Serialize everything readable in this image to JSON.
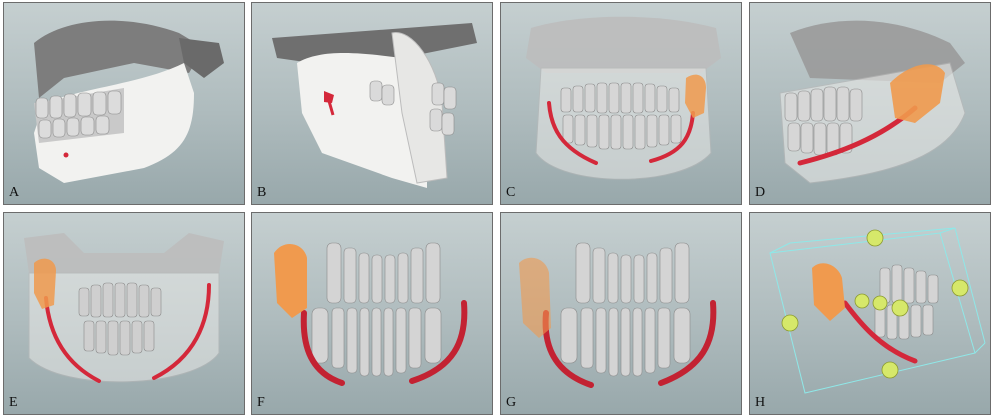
{
  "figure": {
    "panels": [
      {
        "label": "A"
      },
      {
        "label": "B"
      },
      {
        "label": "C"
      },
      {
        "label": "D"
      },
      {
        "label": "E"
      },
      {
        "label": "F"
      },
      {
        "label": "G"
      },
      {
        "label": "H"
      }
    ],
    "colors": {
      "bone": "#f2f2f0",
      "skull": "#7d7d7d",
      "teeth": "#c9c9c9",
      "nerve": "#d4283a",
      "lesion": "#f09a4e",
      "control_point": "#d6e86a",
      "bounding_box": "#8fe8e8"
    }
  }
}
